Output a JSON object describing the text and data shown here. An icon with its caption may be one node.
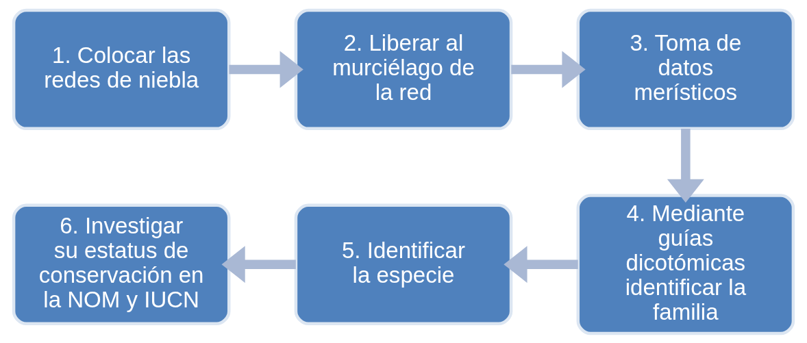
{
  "diagram": {
    "nodes": [
      {
        "text": [
          "1. Colocar las redes de niebla"
        ]
      },
      {
        "text": [
          "2. Liberar al murciélago de la red"
        ]
      },
      {
        "text": [
          "3. Toma de datos merísticos"
        ]
      },
      {
        "text": [
          "4. Mediante guías dicotómicas identificar la familia"
        ]
      },
      {
        "text": [
          "5. Identificar la especie"
        ]
      },
      {
        "text": [
          "6. Investigar su estatus de conservación en la NOM y IUCN"
        ]
      }
    ],
    "edges": [
      {
        "from": 0,
        "to": 1,
        "arrow": "to"
      },
      {
        "from": 1,
        "to": 2,
        "arrow": "to"
      },
      {
        "from": 2,
        "to": 3,
        "arrow": "to"
      },
      {
        "from": 3,
        "to": 4,
        "arrow": "to"
      },
      {
        "from": 4,
        "to": 5,
        "arrow": "to"
      }
    ]
  }
}
